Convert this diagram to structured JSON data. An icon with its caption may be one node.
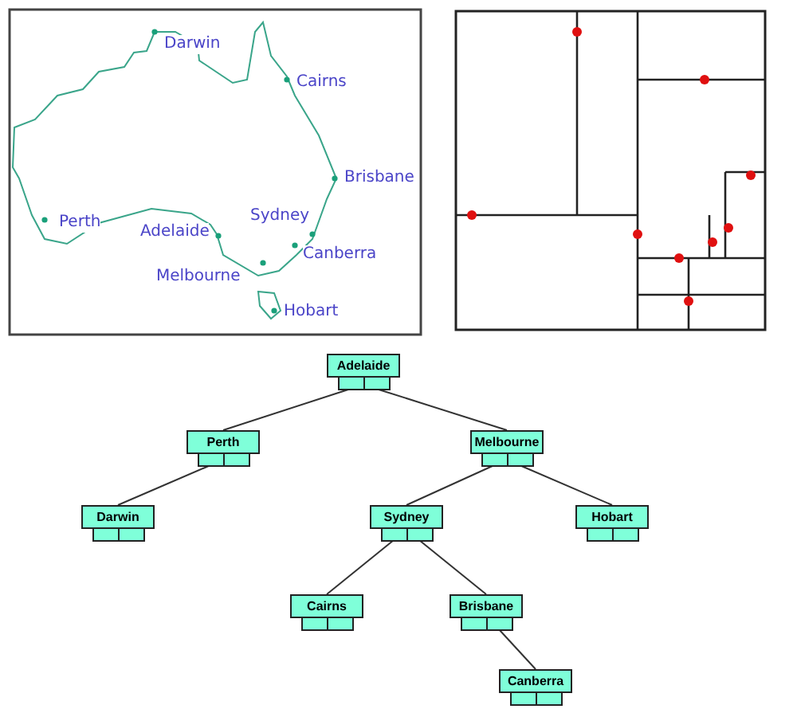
{
  "diagram": {
    "nodes": [
      {
        "text": [
          "Adelaide"
        ]
      },
      {
        "text": [
          "Perth"
        ]
      },
      {
        "text": [
          "Melbourne"
        ]
      },
      {
        "text": [
          "Darwin"
        ]
      },
      {
        "text": [
          "Sydney"
        ]
      },
      {
        "text": [
          "Hobart"
        ]
      },
      {
        "text": [
          "Cairns"
        ]
      },
      {
        "text": [
          "Brisbane"
        ]
      },
      {
        "text": [
          "Canberra"
        ]
      }
    ],
    "edges": [
      {
        "from": 0,
        "to": 1,
        "arrow": "none"
      },
      {
        "from": 0,
        "to": 2,
        "arrow": "none"
      },
      {
        "from": 1,
        "to": 3,
        "arrow": "none"
      },
      {
        "from": 2,
        "to": 4,
        "arrow": "none"
      },
      {
        "from": 2,
        "to": 5,
        "arrow": "none"
      },
      {
        "from": 4,
        "to": 6,
        "arrow": "none"
      },
      {
        "from": 4,
        "to": 7,
        "arrow": "none"
      },
      {
        "from": 7,
        "to": 8,
        "arrow": "none"
      }
    ],
    "labels": [
      "Darwin",
      "Cairns",
      "Brisbane",
      "Sydney",
      "Perth",
      "Adelaide",
      "Canberra",
      "Melbourne",
      "Hobart"
    ]
  }
}
